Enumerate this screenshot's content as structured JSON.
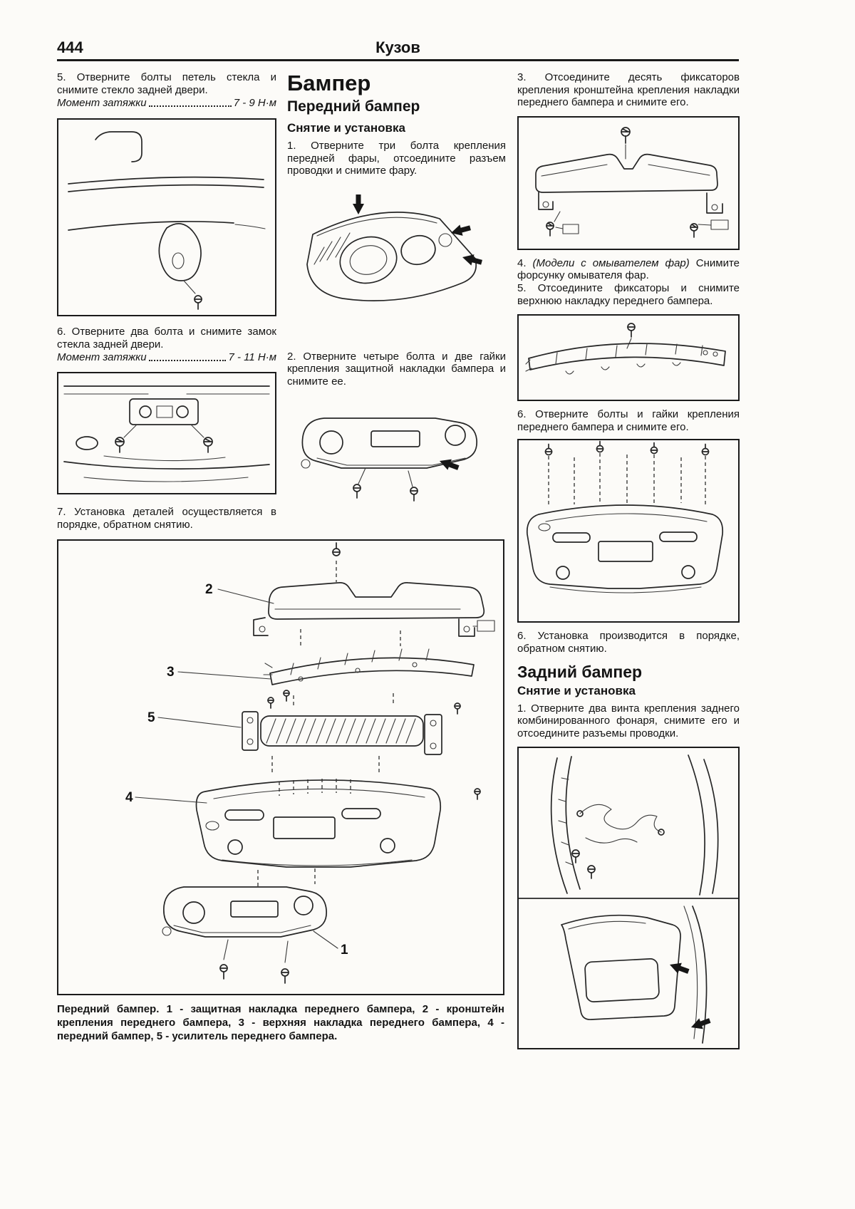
{
  "page": {
    "number": "444",
    "title": "Кузов"
  },
  "left": {
    "step5": "5. Отверните болты петель стекла и снимите стекло задней двери.",
    "torque5": {
      "label": "Момент затяжки",
      "value": "7 - 9 Н·м"
    },
    "step6": "6. Отверните два болта и снимите замок стекла задней двери.",
    "torque6": {
      "label": "Момент затяжки",
      "value": "7 - 11 Н·м"
    },
    "step7": "7. Установка деталей осуществляется в порядке, обратном снятию."
  },
  "middle": {
    "title": "Бампер",
    "subtitle": "Передний бампер",
    "subsubtitle": "Снятие и установка",
    "step1": "1. Отверните три болта крепления передней фары, отсоедините разъем проводки и снимите фару.",
    "step2": "2. Отверните четыре болта и две гайки крепления защитной накладки бампера и снимите ее."
  },
  "right": {
    "step3": "3. Отсоедините десять фиксаторов крепления кронштейна крепления накладки переднего бампера и снимите его.",
    "step4_num": "4.",
    "step4_italic": "(Модели с омывателем фар)",
    "step4_rest": "Снимите форсунку омывателя фар.",
    "step5": "5. Отсоедините фиксаторы и снимите верхнюю накладку переднего бампера.",
    "step6": "6. Отверните болты и гайки крепления переднего бампера и снимите его.",
    "step6b": "6. Установка производится в порядке, обратном снятию.",
    "rear_title": "Задний бампер",
    "rear_subtitle": "Снятие и установка",
    "rear_step1": "1. Отверните два винта крепления заднего комбинированного фонаря, снимите его и отсоедините разъемы проводки."
  },
  "figure": {
    "caption": "Передний бампер. 1 - защитная накладка переднего бампера, 2 - кронштейн крепления переднего бампера, 3 - верхняя накладка переднего бампера, 4 - передний бампер, 5 - усилитель переднего бампера.",
    "labels": {
      "l1": "1",
      "l2": "2",
      "l3": "3",
      "l4": "4",
      "l5": "5"
    }
  }
}
